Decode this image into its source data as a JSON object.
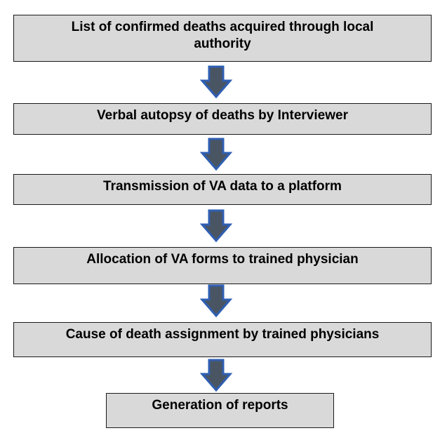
{
  "colors": {
    "box_fill": "#d9d9d9",
    "box_border": "#1a1a1a",
    "arrow_fill": "#4a5563",
    "arrow_stroke": "#2f5fb3"
  },
  "steps": [
    {
      "label": "List of confirmed deaths acquired through local authority"
    },
    {
      "label": "Verbal autopsy of deaths by Interviewer"
    },
    {
      "label": "Transmission of VA data to a platform"
    },
    {
      "label": "Allocation of VA forms to trained physician"
    },
    {
      "label": "Cause of death assignment by trained physicians"
    },
    {
      "label": "Generation of reports"
    }
  ]
}
